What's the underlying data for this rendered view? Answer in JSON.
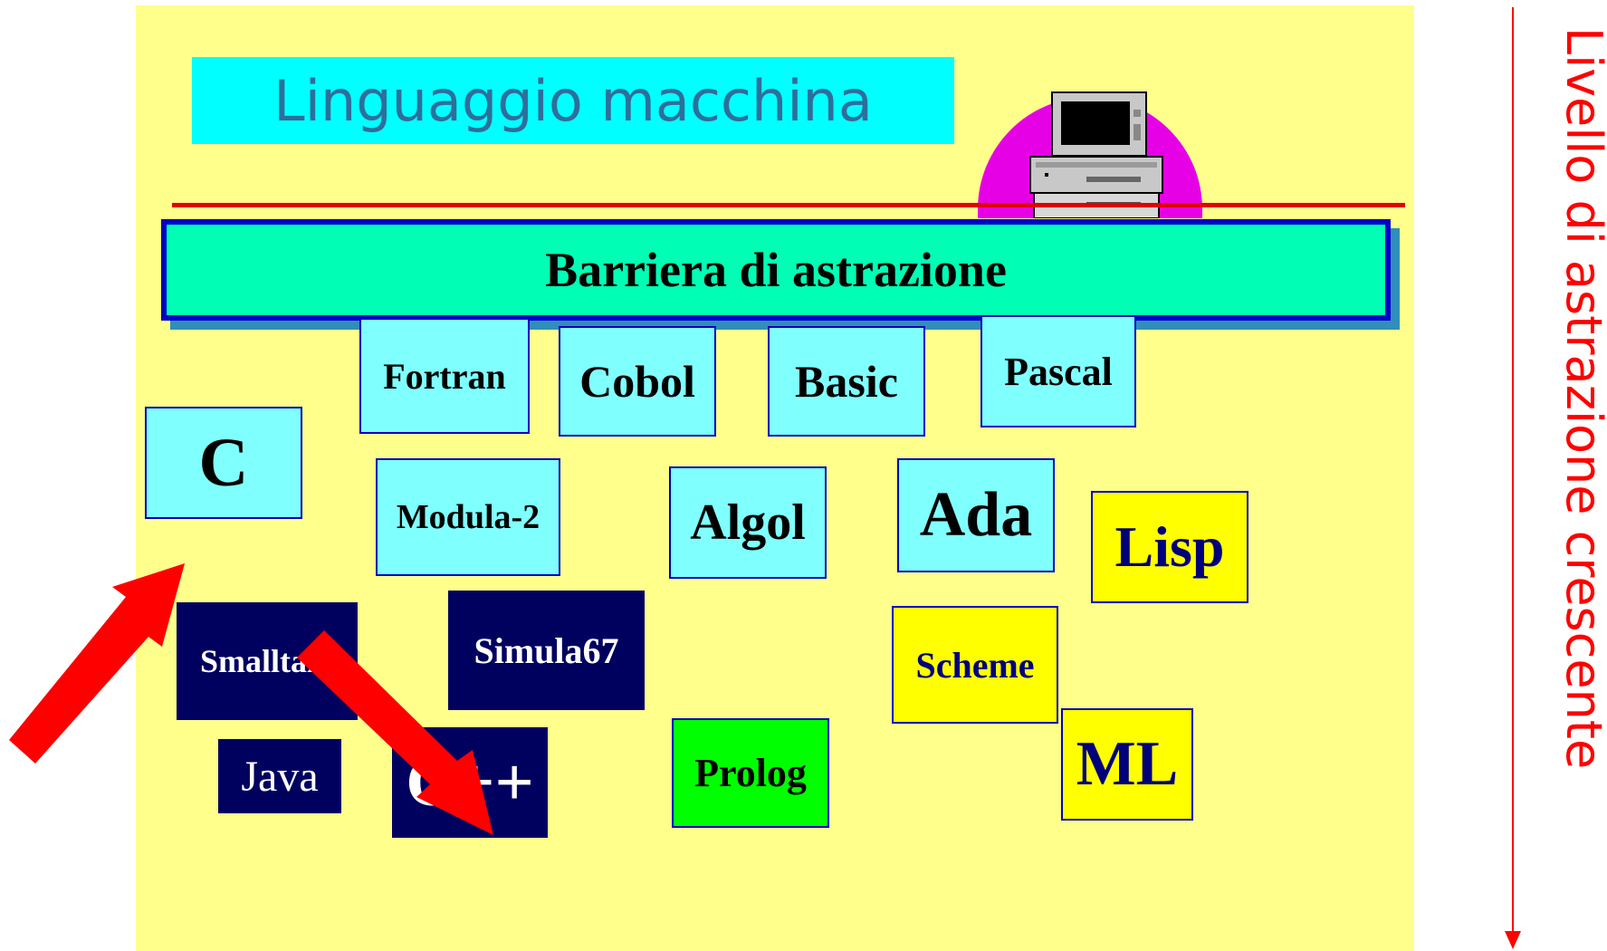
{
  "title": "Linguaggio macchina",
  "barrier": "Barriera di astrazione",
  "axis_label": "Livello di astrazione crescente",
  "languages": {
    "fortran": "Fortran",
    "cobol": "Cobol",
    "basic": "Basic",
    "pascal": "Pascal",
    "c": "C",
    "modula2": "Modula-2",
    "algol": "Algol",
    "ada": "Ada",
    "lisp": "Lisp",
    "smalltalk": "Smalltalk",
    "simula67": "Simula67",
    "scheme": "Scheme",
    "java": "Java",
    "cpp": "C++",
    "prolog": "Prolog",
    "ml": "ML"
  },
  "colors": {
    "background": "#ffff8c",
    "title_box": "#00ffff",
    "barrier": "#00ffb4",
    "arrows": "#ff0000",
    "axis": "#ff0000"
  },
  "icons": [
    "computer-icon",
    "arrow-to-c",
    "arrow-to-cpp",
    "axis-arrow"
  ]
}
